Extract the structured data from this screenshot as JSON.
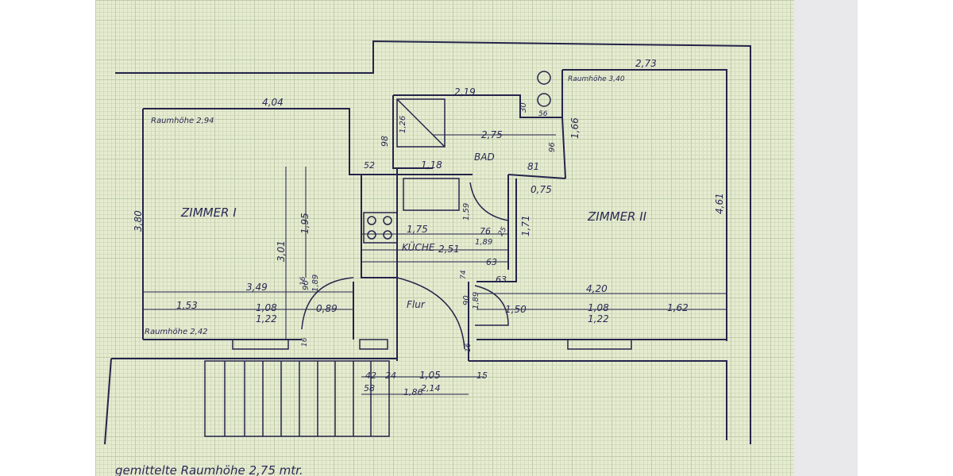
{
  "rooms": {
    "zimmer1": "ZIMMER I",
    "zimmer2": "ZIMMER II",
    "bad": "BAD",
    "kueche": "KÜCHE",
    "flur": "Flur"
  },
  "notes": {
    "raumhoehe_zimmer1": "Raumhöhe 2,94",
    "raumhoehe_zimmer2": "Raumhöhe 3,40",
    "raumhoehe_unten": "Raumhöhe 2,42",
    "gemittelte": "gemittelte Raumhöhe 2,75 mtr."
  },
  "dims": {
    "d404": "4,04",
    "d273": "2,73",
    "d219": "2,19",
    "d275": "2,75",
    "d118": "1,18",
    "d126": "1,26",
    "d98": "98",
    "d52": "52",
    "d30": "30",
    "d56": "56",
    "d96": "96",
    "d81": "81",
    "d166": "1,66",
    "d075": "0,75",
    "d461": "4,61",
    "d380": "3,80",
    "d301": "3,01",
    "d195": "1,95",
    "d175": "1,75",
    "d159": "1,59",
    "d76": "76",
    "d189a": "1,89",
    "d251": "2,51",
    "d63a": "63",
    "d63b": "63",
    "d171": "1,71",
    "d349": "3,49",
    "d420": "4,20",
    "d153": "1,53",
    "d108a": "1,08",
    "d122a": "1,22",
    "d089": "0,89",
    "d90a": "90",
    "d189b": "1,89",
    "d16a": "16",
    "d74": "74",
    "d90b": "90",
    "d189c": "1,89",
    "d150": "1,50",
    "d108b": "1,08",
    "d122b": "1,22",
    "d162": "1,62",
    "d16b": "16",
    "d42": "42",
    "d24": "24",
    "d105": "1,05",
    "d15": "15",
    "d58": "58",
    "d186": "1,86",
    "d214": "2,14",
    "d25": "25",
    "d16c": "16"
  }
}
